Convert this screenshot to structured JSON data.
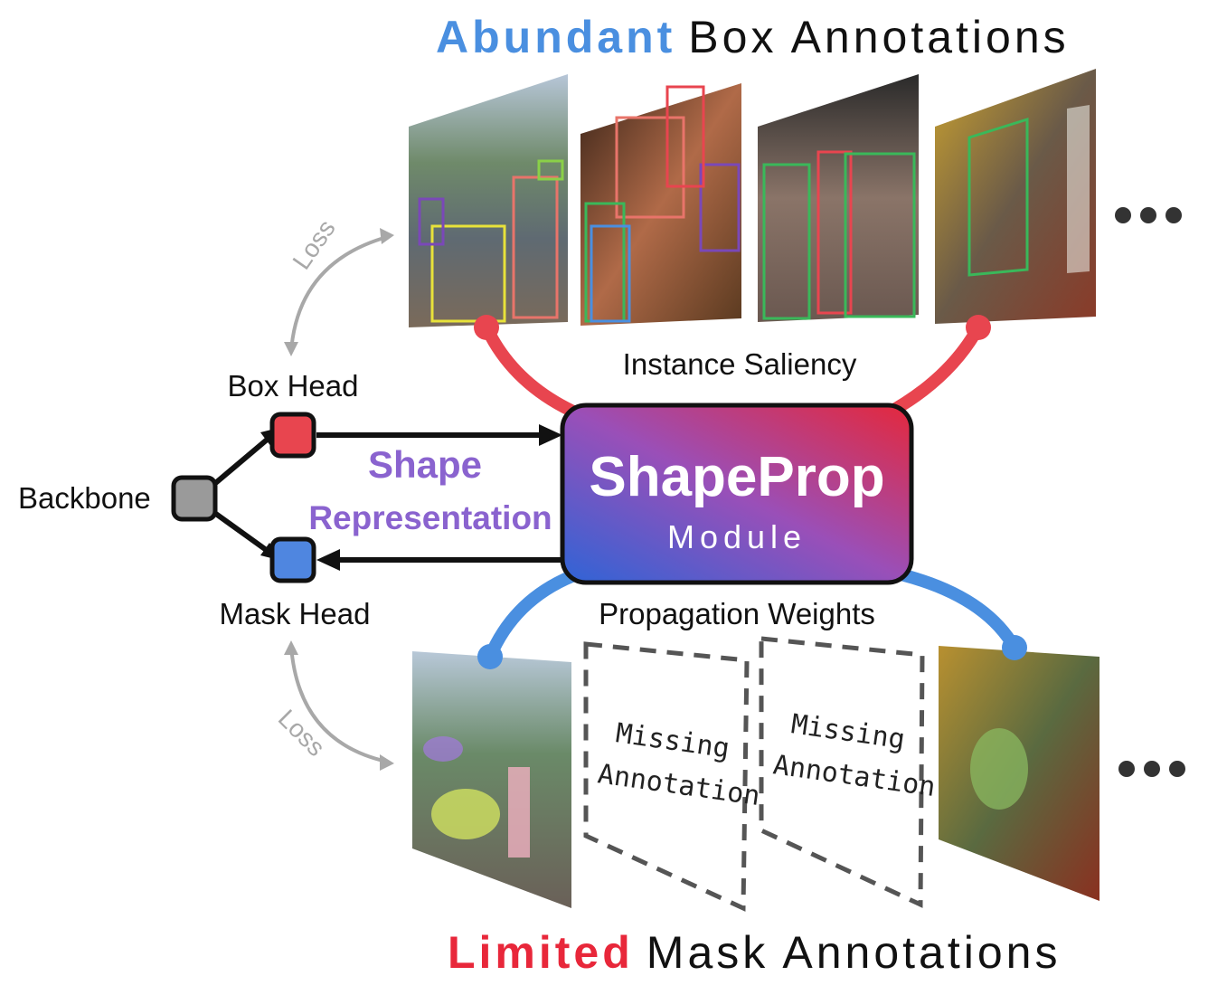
{
  "titles": {
    "top_emphasis": "Abundant",
    "top_rest": "Box Annotations",
    "bottom_emphasis": "Limited",
    "bottom_rest": "Mask Annotations"
  },
  "labels": {
    "backbone": "Backbone",
    "box_head": "Box Head",
    "mask_head": "Mask Head",
    "loss_top": "Loss",
    "loss_bottom": "Loss",
    "shape": "Shape",
    "representation": "Representation",
    "instance_saliency": "Instance Saliency",
    "propagation_weights": "Propagation Weights"
  },
  "module": {
    "name": "ShapeProp",
    "sub": "Module"
  },
  "missing": {
    "line1": "Missing",
    "line2": "Annotation"
  },
  "colors": {
    "blue": "#4a8fe0",
    "red": "#e8273a",
    "purple": "#8a63cf",
    "box_red": "#e8454f",
    "box_blue": "#4f86e0",
    "box_gray": "#9a9a9a",
    "loss_gray": "#a8a8a8"
  },
  "icons": [
    "ellipsis-icon",
    "ellipsis-icon"
  ]
}
